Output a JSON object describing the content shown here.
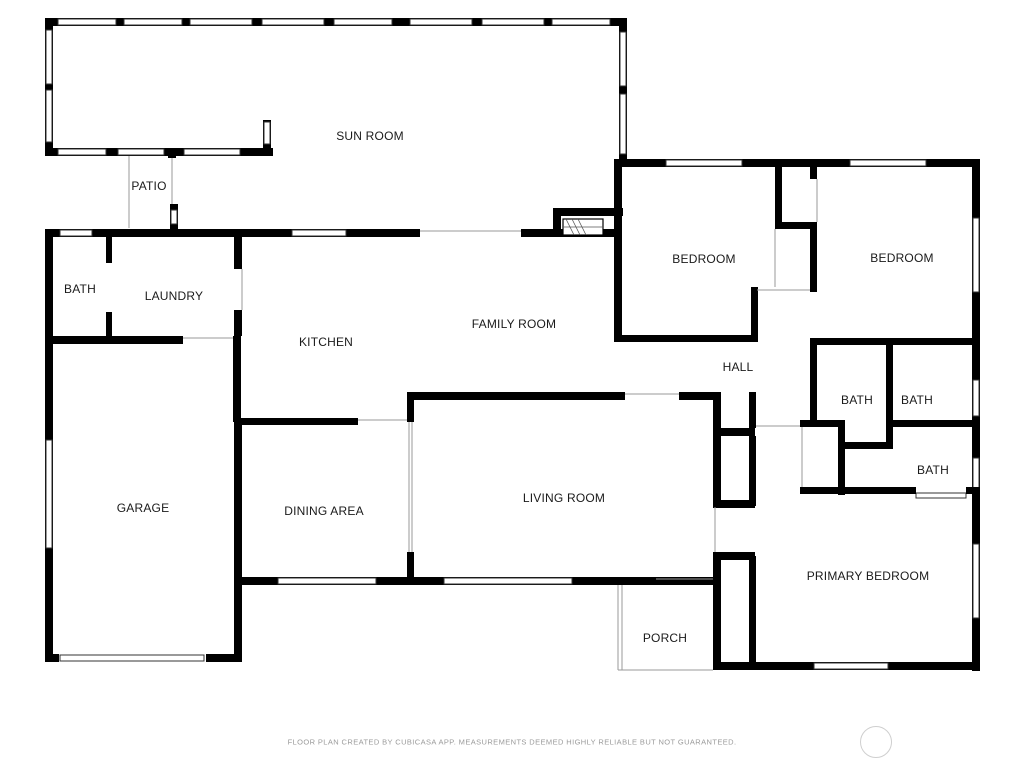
{
  "rooms": {
    "sun_room": "SUN ROOM",
    "patio": "PATIO",
    "bath_left": "BATH",
    "laundry": "LAUNDRY",
    "kitchen": "KITCHEN",
    "family_room": "FAMILY ROOM",
    "bedroom_1": "BEDROOM",
    "bedroom_2": "BEDROOM",
    "hall": "HALL",
    "bath_mid": "BATH",
    "bath_right": "BATH",
    "bath_primary": "BATH",
    "garage": "GARAGE",
    "dining_area": "DINING AREA",
    "living_room": "LIVING ROOM",
    "primary_bedroom": "PRIMARY BEDROOM",
    "porch": "PORCH"
  },
  "footer": {
    "disclaimer": "FLOOR PLAN CREATED BY CUBICASA APP. MEASUREMENTS DEEMED HIGHLY RELIABLE BUT NOT GUARANTEED."
  },
  "colors": {
    "wall": "#000000",
    "background": "#ffffff",
    "footer_text": "#9a9a9a"
  },
  "icons": {
    "compass": "compass-icon",
    "fireplace": "fireplace-icon"
  }
}
